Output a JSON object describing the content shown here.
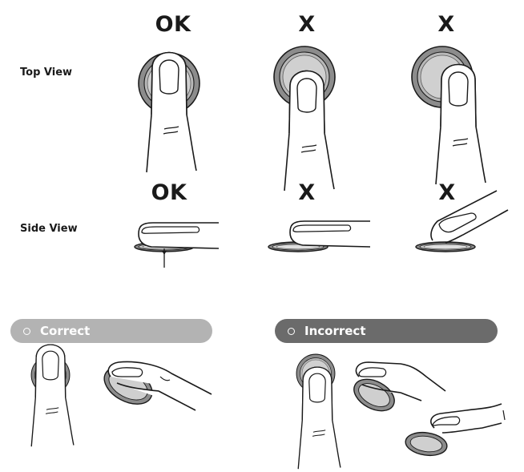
{
  "row_labels": {
    "top_view": "Top View",
    "side_view": "Side View"
  },
  "top_view": {
    "marks": [
      "OK",
      "X",
      "X"
    ]
  },
  "side_view": {
    "marks": [
      "OK",
      "X",
      "X"
    ]
  },
  "correct_pill": {
    "label": "Correct",
    "color": "#b3b3b3"
  },
  "incorrect_pill": {
    "label": "Incorrect",
    "color": "#6b6b6b"
  },
  "colors": {
    "line": "#1a1a1a",
    "sensor_ring": "#8c8c8c",
    "sensor_face": "#d4d4d4",
    "sensor_inner": "#bdbdbd"
  },
  "icons": [
    "fingerprint-sensor",
    "finger",
    "check-mark-ok",
    "cross-mark-x"
  ]
}
